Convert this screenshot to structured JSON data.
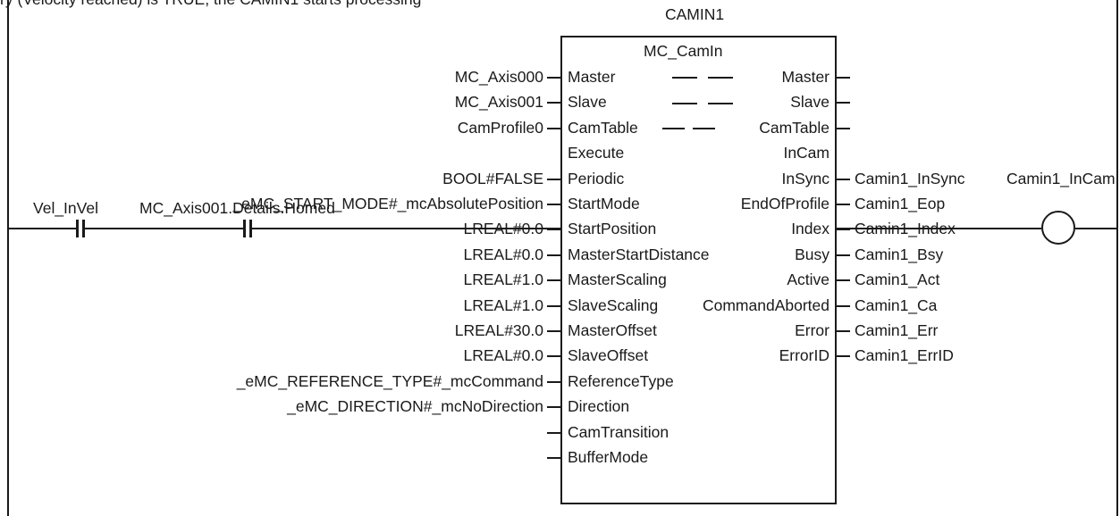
{
  "header_text": "ry (Velocity reached) is TRUE, the CAMIN1 starts processing",
  "block": {
    "instance_name": "CAMIN1",
    "type_name": "MC_CamIn",
    "inputs": [
      {
        "pin": "Master",
        "arg": "MC_Axis000"
      },
      {
        "pin": "Slave",
        "arg": "MC_Axis001"
      },
      {
        "pin": "CamTable",
        "arg": "CamProfile0"
      },
      {
        "pin": "Execute",
        "arg": ""
      },
      {
        "pin": "Periodic",
        "arg": "BOOL#FALSE"
      },
      {
        "pin": "StartMode",
        "arg": "_eMC_START_MODE#_mcAbsolutePosition"
      },
      {
        "pin": "StartPosition",
        "arg": "LREAL#0.0"
      },
      {
        "pin": "MasterStartDistance",
        "arg": "LREAL#0.0"
      },
      {
        "pin": "MasterScaling",
        "arg": "LREAL#1.0"
      },
      {
        "pin": "SlaveScaling",
        "arg": "LREAL#1.0"
      },
      {
        "pin": "MasterOffset",
        "arg": "LREAL#30.0"
      },
      {
        "pin": "SlaveOffset",
        "arg": "LREAL#0.0"
      },
      {
        "pin": "ReferenceType",
        "arg": "_eMC_REFERENCE_TYPE#_mcCommand"
      },
      {
        "pin": "Direction",
        "arg": "_eMC_DIRECTION#_mcNoDirection"
      },
      {
        "pin": "CamTransition",
        "arg": ""
      },
      {
        "pin": "BufferMode",
        "arg": ""
      }
    ],
    "outputs": [
      {
        "pin": "Master",
        "var": ""
      },
      {
        "pin": "Slave",
        "var": ""
      },
      {
        "pin": "CamTable",
        "var": ""
      },
      {
        "pin": "InCam",
        "var": ""
      },
      {
        "pin": "InSync",
        "var": "Camin1_InSync"
      },
      {
        "pin": "EndOfProfile",
        "var": "Camin1_Eop"
      },
      {
        "pin": "Index",
        "var": "Camin1_Index"
      },
      {
        "pin": "Busy",
        "var": "Camin1_Bsy"
      },
      {
        "pin": "Active",
        "var": "Camin1_Act"
      },
      {
        "pin": "CommandAborted",
        "var": "Camin1_Ca"
      },
      {
        "pin": "Error",
        "var": "Camin1_Err"
      },
      {
        "pin": "ErrorID",
        "var": "Camin1_ErrID"
      }
    ]
  },
  "contacts": [
    {
      "name": "Vel_InVel"
    },
    {
      "name": "MC_Axis001.Details.Homed"
    }
  ],
  "coil": {
    "name": "Camin1_InCam"
  }
}
